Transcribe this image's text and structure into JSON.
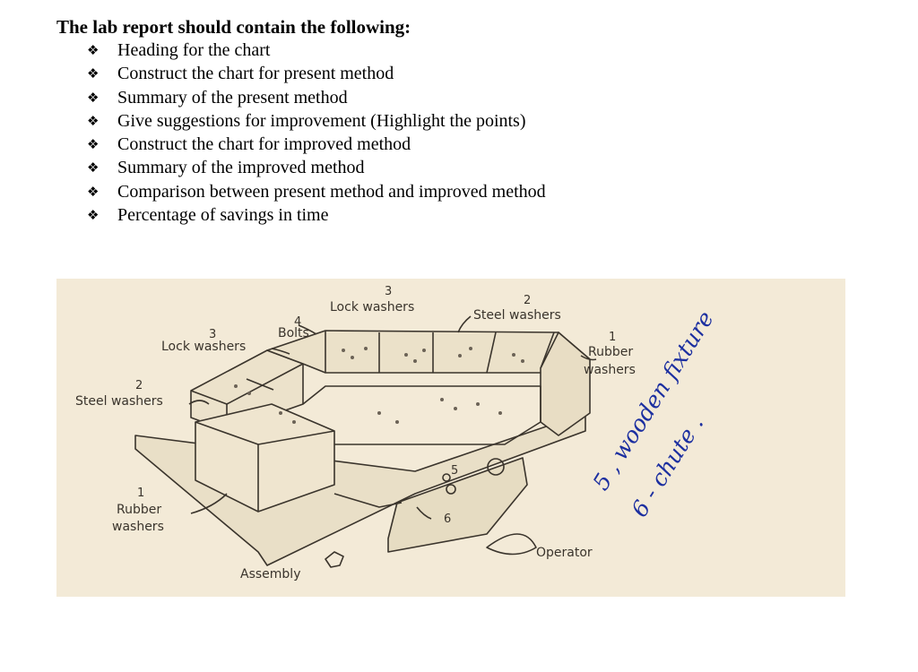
{
  "report": {
    "heading": "The lab report should contain the following:",
    "bullet_glyph": "❖",
    "items": [
      "Heading for the chart",
      "Construct the chart for present method",
      "Summary of the present method",
      "Give suggestions for improvement (Highlight the points)",
      "Construct the chart for improved method",
      "Summary of the improved method",
      "Comparison between present method and improved method",
      "Percentage of savings in time"
    ]
  },
  "figure": {
    "labels": {
      "lock_washers_top_num": "3",
      "lock_washers_top": "Lock washers",
      "steel_washers_top_num": "2",
      "steel_washers_top": "Steel washers",
      "bolts_num": "4",
      "bolts": "Bolts",
      "lock_washers_left_num": "3",
      "lock_washers_left": "Lock washers",
      "rubber_washers_right_num": "1",
      "rubber_washers_right_1": "Rubber",
      "rubber_washers_right_2": "washers",
      "steel_washers_left_num": "2",
      "steel_washers_left": "Steel washers",
      "rubber_washers_left_num": "1",
      "rubber_washers_left_1": "Rubber",
      "rubber_washers_left_2": "washers",
      "assembly": "Assembly",
      "operator": "Operator",
      "marker_5": "5",
      "marker_6": "6"
    },
    "handwritten": {
      "line1": "5 , wooden fixture",
      "line2": "6 - chute ."
    },
    "colors": {
      "paper": "#f3ead7",
      "ink": "#3a342c",
      "pen": "#1c2fa0"
    }
  }
}
